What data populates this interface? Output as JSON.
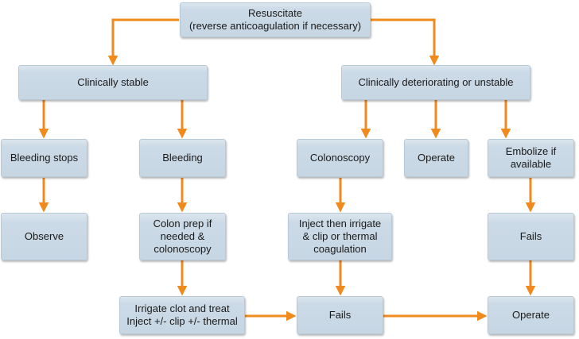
{
  "diagram": {
    "type": "flowchart",
    "connector_color": "#f18a1d",
    "box_fill": "#c9d9e6",
    "nodes": {
      "resuscitate": "Resuscitate\n(reverse anticoagulation if necessary)",
      "stable": "Clinically stable",
      "unstable": "Clinically deteriorating or unstable",
      "bleeding_stops": "Bleeding stops",
      "bleeding": "Bleeding",
      "colonoscopy": "Colonoscopy",
      "operate_1": "Operate",
      "embolize": "Embolize if\navailable",
      "observe": "Observe",
      "colon_prep": "Colon prep if\nneeded &\ncolonoscopy",
      "inject_irrigate": "Inject then irrigate\n& clip or thermal\ncoagulation",
      "fails_1": "Fails",
      "irrigate_clot": "Irrigate clot and treat\nInject +/- clip +/- thermal",
      "fails_2": "Fails",
      "operate_2": "Operate"
    },
    "edges": [
      [
        "resuscitate",
        "stable"
      ],
      [
        "resuscitate",
        "unstable"
      ],
      [
        "stable",
        "bleeding_stops"
      ],
      [
        "stable",
        "bleeding"
      ],
      [
        "unstable",
        "colonoscopy"
      ],
      [
        "unstable",
        "operate_1"
      ],
      [
        "unstable",
        "embolize"
      ],
      [
        "bleeding_stops",
        "observe"
      ],
      [
        "bleeding",
        "colon_prep"
      ],
      [
        "colonoscopy",
        "inject_irrigate"
      ],
      [
        "embolize",
        "fails_1"
      ],
      [
        "colon_prep",
        "irrigate_clot"
      ],
      [
        "inject_irrigate",
        "fails_2"
      ],
      [
        "fails_1",
        "operate_2"
      ],
      [
        "irrigate_clot",
        "fails_2"
      ],
      [
        "fails_2",
        "operate_2"
      ]
    ]
  }
}
